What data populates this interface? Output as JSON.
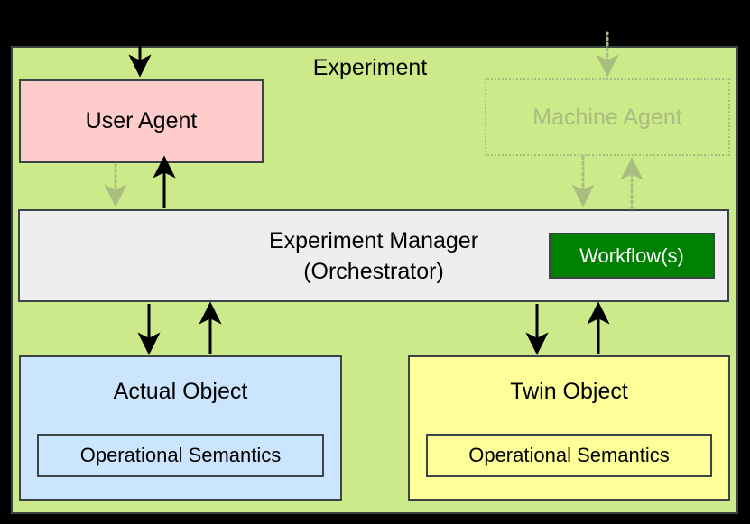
{
  "diagram": {
    "title": "Experiment",
    "background_color": "#cdea8a",
    "outer_background_color": "#000000",
    "border_color": "#3b4548",
    "nodes": {
      "user_agent": {
        "label": "User Agent",
        "fill": "#ffcccc",
        "state": "active"
      },
      "machine_agent": {
        "label": "Machine Agent",
        "fill": "#cdea8a",
        "text_color": "#a8bd80",
        "state": "faded"
      },
      "experiment_manager": {
        "label_line1": "Experiment Manager",
        "label_line2": "(Orchestrator)",
        "fill": "#eeeeee",
        "badge": {
          "label": "Workflow(s)",
          "fill": "#008000",
          "text_color": "#ffffff"
        }
      },
      "actual_object": {
        "label": "Actual Object",
        "fill": "#cce5ff",
        "semantics_label": "Operational Semantics"
      },
      "twin_object": {
        "label": "Twin Object",
        "fill": "#ffff99",
        "semantics_label": "Operational Semantics"
      }
    },
    "connectors": [
      {
        "name": "external-to-user-agent",
        "style": "solid",
        "direction": "down"
      },
      {
        "name": "external-to-machine-agent",
        "style": "dotted",
        "direction": "down"
      },
      {
        "name": "user-agent-to-manager",
        "style": "dotted",
        "direction": "down"
      },
      {
        "name": "manager-to-user-agent",
        "style": "solid",
        "direction": "up"
      },
      {
        "name": "machine-agent-to-manager",
        "style": "dotted",
        "direction": "down"
      },
      {
        "name": "manager-to-machine-agent",
        "style": "dotted",
        "direction": "up"
      },
      {
        "name": "manager-to-actual-object",
        "style": "solid",
        "direction": "down"
      },
      {
        "name": "actual-object-to-manager",
        "style": "solid",
        "direction": "up"
      },
      {
        "name": "manager-to-twin-object",
        "style": "solid",
        "direction": "down"
      },
      {
        "name": "twin-object-to-manager",
        "style": "solid",
        "direction": "up"
      }
    ]
  }
}
